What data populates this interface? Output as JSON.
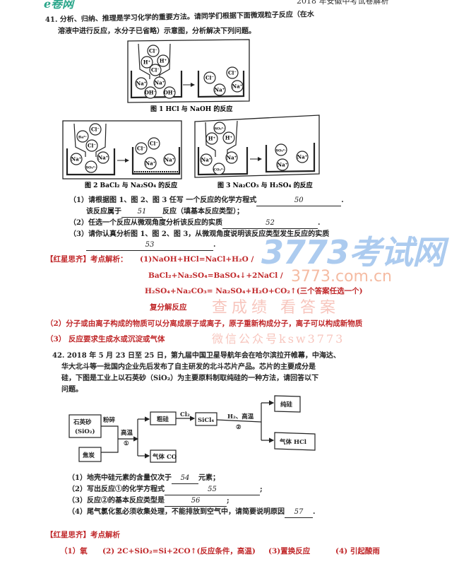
{
  "header": {
    "logo": "e卷网",
    "right_title": "2018 年安徽中考试卷解析"
  },
  "q41": {
    "stem_line1": "41. 分析、归纳、推理是学习化学的重要方法。请同学们根据下面微观粒子反应（在水",
    "stem_line2": "溶液中进行反应，水分子已省略）示意图，分析解决下列问题。",
    "fig1": {
      "caption": "图 1  HCl 与 NaOH 的反应",
      "funnel": [
        "Cl⁻",
        "H⁺",
        "H⁺",
        "Cl⁻"
      ],
      "beaker": [
        "Na⁺",
        "Na⁺",
        "OH⁻",
        "OH⁻"
      ],
      "product": [
        "Cl⁻",
        "Cl⁻",
        "Na⁺",
        "Na⁺"
      ]
    },
    "fig2": {
      "caption": "图 2  BaCl₂ 与 Na₂SO₄ 的反应",
      "funnel": [
        "Cl⁻",
        "Ba²⁺",
        "Cl⁻"
      ],
      "beaker": [
        "Na⁺",
        "SO₄²⁻",
        "Na⁺"
      ],
      "product": [
        "Cl⁻",
        "Cl⁻",
        "Na⁺",
        "Na⁺"
      ]
    },
    "fig3": {
      "caption": "图 3  Na₂CO₃ 与 H₂SO₄ 的反应",
      "funnel": [
        "SO₄²⁻",
        "H⁺",
        "H⁺"
      ],
      "beaker": [
        "Na⁺",
        "CO₃²⁻",
        "Na⁺"
      ],
      "product": [
        "SO₄²⁻",
        "Na⁺",
        "Na⁺"
      ]
    },
    "p1a": "（1）请根据图 1、图 2、图 3 任写 一个反应的化学方程式",
    "b50": "50",
    "p1b": "该反应属于",
    "b51": "51",
    "p1c": "反应（填基本反应类型）；",
    "p2": "（2）任选一个反应从微观角度分析该反应的实质",
    "b52": "52",
    "p3": "（3）请你认真分析图 1、图 2、图 3，从微观角度说明该反应类型发生反应的实质",
    "b53": "53"
  },
  "a41": {
    "label": "【红星思齐】考点解析：",
    "eq1": "(1)NaOH+HCl=NaCl+H₂O  /",
    "eq2": "BaCl₂+Na₂SO₄=BaSO₄↓+2NaCl    /",
    "eq3": "H₂SO₄+Na₂CO₃= Na₂SO₄+H₂O+CO₂↑(三个答案任选一个)",
    "type": "复分解反应",
    "a2": "（2）分子或由离子构成的物质可以分离成原子或离子，原子重新构成分子，离子可以构成新物质",
    "a3": "（3） 反应要求生成水或沉淀或气体"
  },
  "watermark": {
    "site": "3773考试网",
    "url": "3773.com.cn",
    "slogan": "查成绩 看答案",
    "wechat": "微信公众号ksw3773"
  },
  "q42": {
    "stem1": "42. 2018 年 5 月 23 日至 25 日，第九届中国卫星导航年会在哈尔滨拉开帷幕，中海达、",
    "stem2": "华大北斗等一批国内企业先后发布了自主研发的北斗芯片产品。芯片的主要成分是",
    "stem3": "硅，下图是工业上以石英砂（SiO₂）为主要原料制取纯硅的一种方法，请回答以下",
    "stem4": "问题。",
    "flow": {
      "quartz": "石英砂",
      "quartz_formula": "(SiO₂)",
      "crush": "粉碎",
      "coke": "焦炭",
      "heat1": "高温",
      "step1": "①",
      "crude_si": "粗硅",
      "co": "气体 CO",
      "cl2": "Cl₂",
      "sicl4": "SiCl₄",
      "h2heat": "H₂、高温",
      "step2": "②",
      "pure_si": "纯硅",
      "hcl": "气体 HCl"
    },
    "p1a": "（1）地壳中硅元素的含量仅次于",
    "b54": "54",
    "p1b": "元素；",
    "p2": "（2）写出反应①的化学方程式",
    "b55": "55",
    "p3": "（3）反应②的基本反应类型是",
    "b56": "56",
    "p4": "（4）尾气氯化氢必须收集处理，不能排放到空气中，请简要说明原因",
    "b57": "57"
  },
  "a42": {
    "label": "【红星思齐】考点解析",
    "a1": "（1）氧",
    "a2": "(2) 2C+SiO₂=Si+2CO↑(反应条件，高温)",
    "a3": "(3)置换反应",
    "a4": "(4)  引起酸雨"
  }
}
